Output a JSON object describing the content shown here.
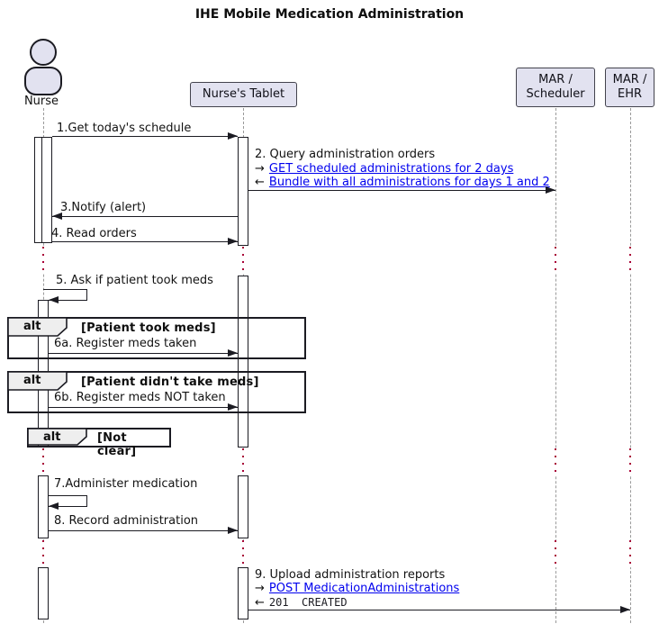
{
  "title": "IHE Mobile Medication Administration",
  "participants": {
    "nurse": {
      "label": "Nurse",
      "type": "actor"
    },
    "tablet": {
      "label": "Nurse's Tablet",
      "type": "box"
    },
    "scheduler": {
      "line1": "MAR /",
      "line2": "Scheduler",
      "type": "box"
    },
    "ehr": {
      "line1": "MAR /",
      "line2": "EHR",
      "type": "box"
    }
  },
  "messages": {
    "m1": {
      "label": "1.Get today's schedule",
      "from": "Nurse",
      "to": "Nurse's Tablet"
    },
    "m2": {
      "label": "2. Query administration orders",
      "req_arrow": "→",
      "req_link": "GET scheduled administrations for 2 days",
      "res_arrow": "←",
      "res_link": "Bundle with all administrations for days 1 and 2",
      "from": "Nurse's Tablet",
      "to": "MAR / Scheduler"
    },
    "m3": {
      "label": "3.Notify (alert)",
      "from": "Nurse's Tablet",
      "to": "Nurse"
    },
    "m4": {
      "label": "4. Read orders",
      "from": "Nurse",
      "to": "Nurse's Tablet"
    },
    "m5": {
      "label": "5. Ask if patient took meds",
      "from": "Nurse",
      "to": "Nurse"
    },
    "m6a": {
      "label": "6a. Register meds taken",
      "from": "Nurse",
      "to": "Nurse's Tablet"
    },
    "m6b": {
      "label": "6b. Register meds NOT taken",
      "from": "Nurse",
      "to": "Nurse's Tablet"
    },
    "m7": {
      "label": "7.Administer medication",
      "from": "Nurse",
      "to": "Nurse"
    },
    "m8": {
      "label": "8. Record administration",
      "from": "Nurse",
      "to": "Nurse's Tablet"
    },
    "m9": {
      "label": "9. Upload administration reports",
      "req_arrow": "→",
      "req_link": "POST MedicationAdministrations",
      "res_arrow": "←",
      "res_status": "201  CREATED",
      "from": "Nurse's Tablet",
      "to": "MAR / EHR"
    }
  },
  "fragments": {
    "alt1": {
      "operator": "alt",
      "condition": "[Patient took meds]"
    },
    "alt2": {
      "operator": "alt",
      "condition": "[Patient didn't take meds]"
    },
    "alt3": {
      "operator": "alt",
      "condition": "[Not clear]"
    }
  },
  "colors": {
    "participant_fill": "#E2E2F0",
    "participant_border": "#43434d",
    "frame_border": "#1b1b22",
    "lifeline": "#9a9a9a",
    "delay_dot": "#A80036",
    "link": "#0000EE"
  }
}
